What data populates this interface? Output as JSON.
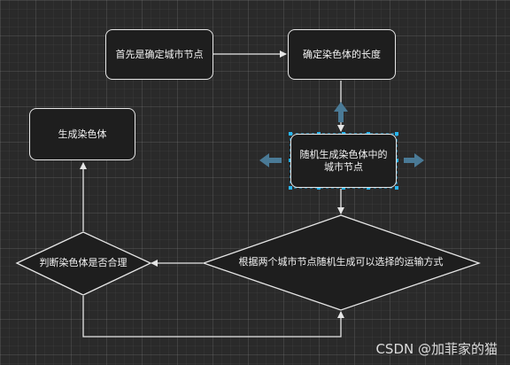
{
  "diagram": {
    "nodes": {
      "start": "首先是确定城市节点",
      "length": "确定染色体的长度",
      "random_line1": "随机生成染色体中的",
      "random_line2": "城市节点",
      "generate": "生成染色体",
      "decision_route": "根据两个城市节点随机生成可以选择的运输方式",
      "decision_valid": "判断染色体是否合理"
    },
    "selected_node": "random",
    "colors": {
      "background": "#2a2a2a",
      "node_fill": "#1e1e1e",
      "stroke": "#e6e6e6",
      "selection": "#29b6f2",
      "handle_arrow": "#4a7a96"
    }
  },
  "watermark": "CSDN @加菲家的猫"
}
